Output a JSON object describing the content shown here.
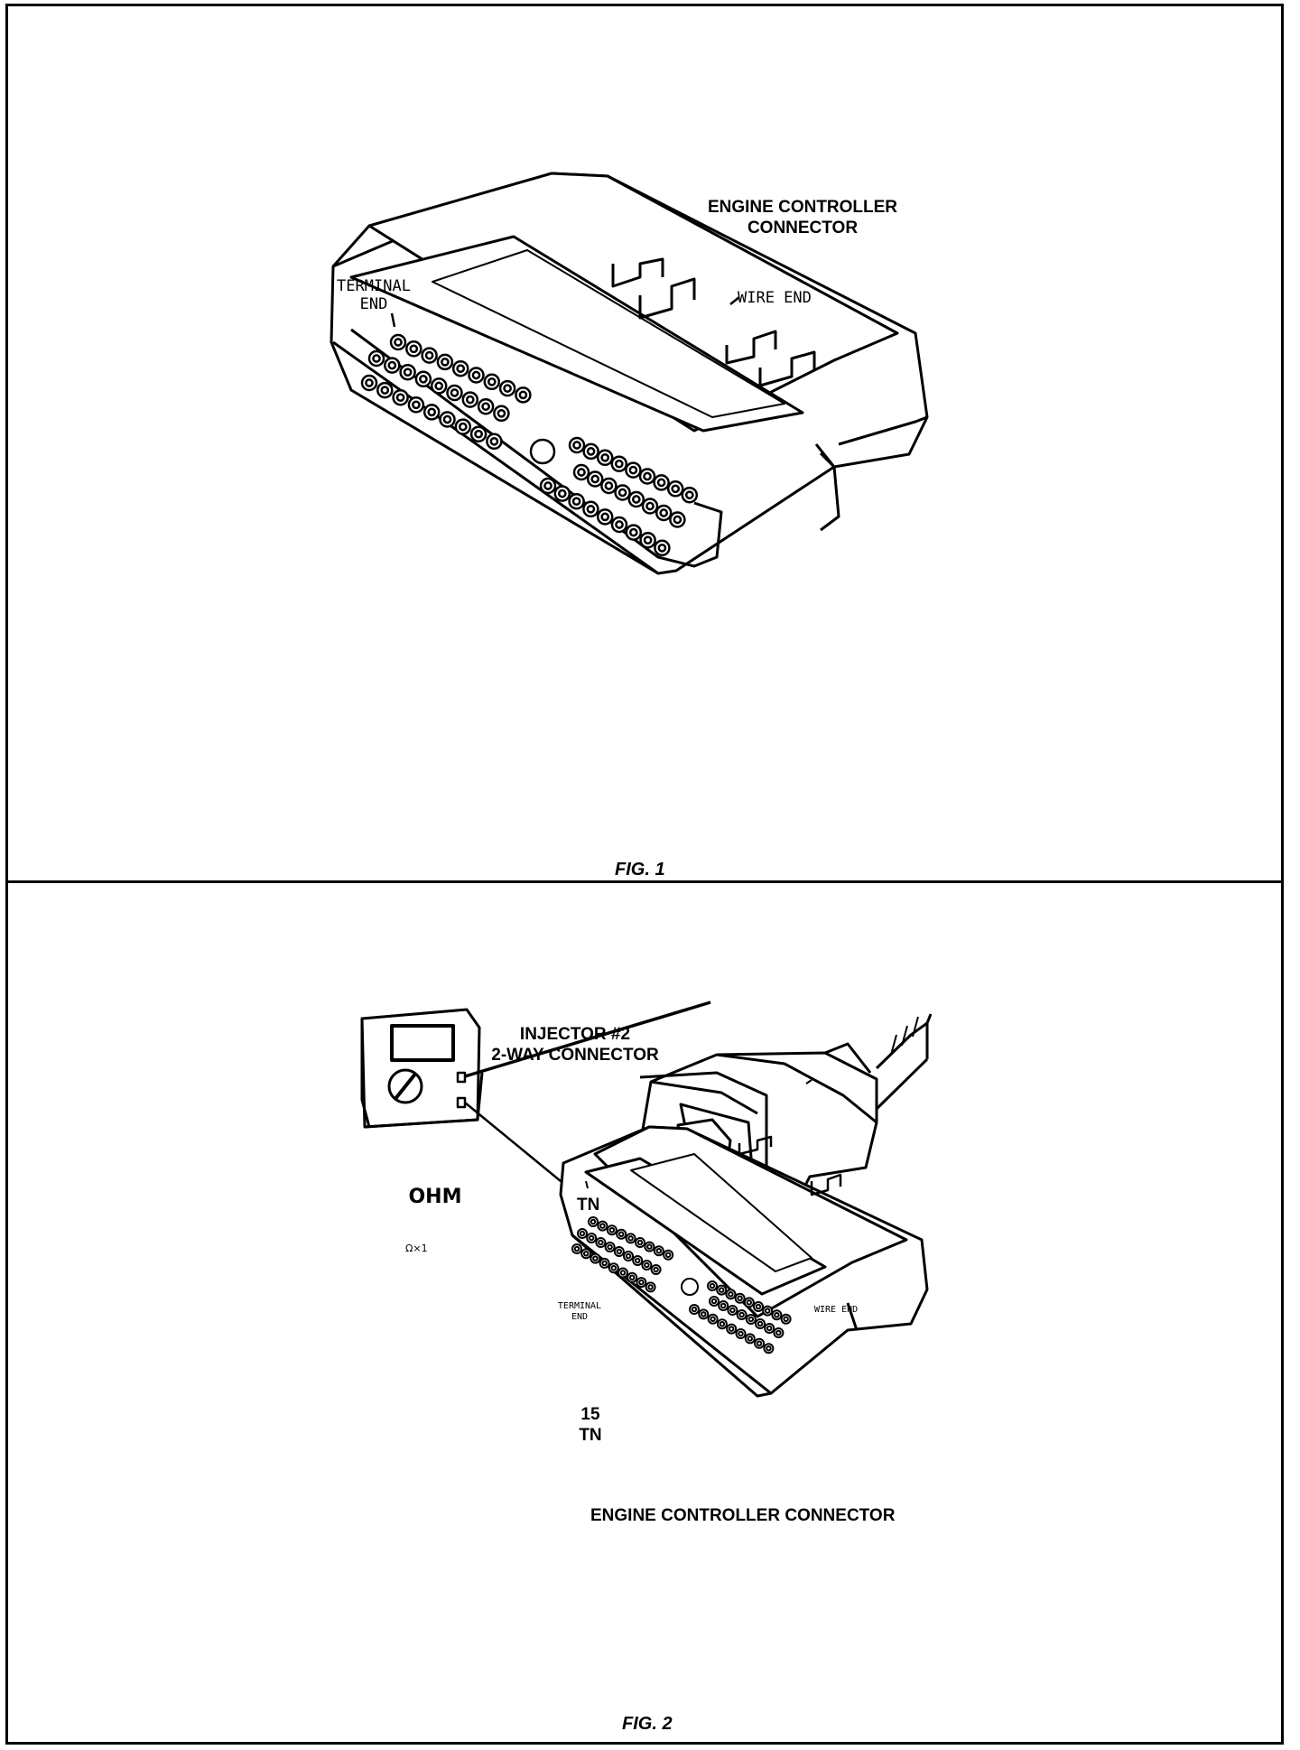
{
  "fig1": {
    "title_line1": "ENGINE CONTROLLER",
    "title_line2": "CONNECTOR",
    "terminal_end_line1": "TERMINAL",
    "terminal_end_line2": "END",
    "wire_end": "WIRE END",
    "caption": "FIG. 1"
  },
  "fig2": {
    "injector_line1": "INJECTOR #2",
    "injector_line2": "2-WAY CONNECTOR",
    "tn_label": "TN",
    "meter_display": "OHM",
    "meter_range": "Ω×1",
    "terminal_end_line1": "TERMINAL",
    "terminal_end_line2": "END",
    "wire_end": "WIRE END",
    "pin_number": "15",
    "pin_color": "TN",
    "controller_label": "ENGINE CONTROLLER CONNECTOR",
    "caption": "FIG. 2"
  }
}
